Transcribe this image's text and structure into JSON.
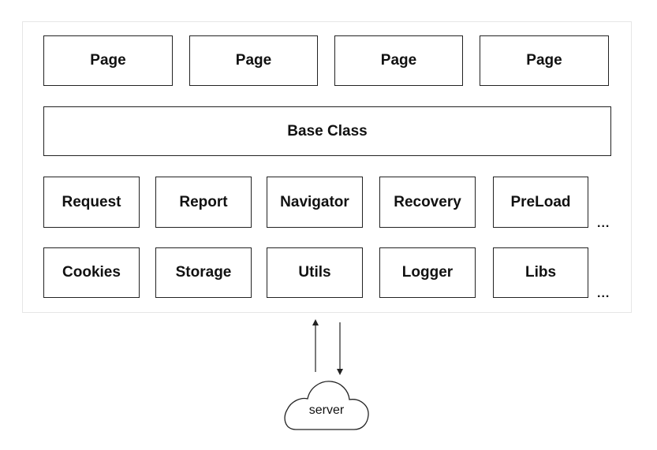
{
  "pages": [
    "Page",
    "Page",
    "Page",
    "Page"
  ],
  "base_class": "Base Class",
  "modules_row1": [
    "Request",
    "Report",
    "Navigator",
    "Recovery",
    "PreLoad"
  ],
  "modules_row2": [
    "Cookies",
    "Storage",
    "Utils",
    "Logger",
    "Libs"
  ],
  "more_marker": "...",
  "server_label": "server",
  "colors": {
    "border": "#222222",
    "frame_border": "#e6e6e6",
    "text": "#111111",
    "background": "#ffffff"
  }
}
